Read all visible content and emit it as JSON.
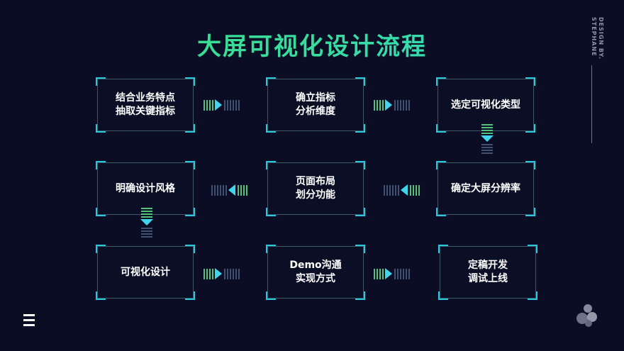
{
  "title": "大屏可视化设计流程",
  "side_label": [
    "DESIGN BY.",
    "STEPHANE"
  ],
  "steps": [
    {
      "id": "step-1",
      "label": "结合业务特点\n抽取关键指标"
    },
    {
      "id": "step-2",
      "label": "确立指标\n分析维度"
    },
    {
      "id": "step-3",
      "label": "选定可视化类型"
    },
    {
      "id": "step-4",
      "label": "确定大屏分辨率"
    },
    {
      "id": "step-5",
      "label": "页面布局\n划分功能"
    },
    {
      "id": "step-6",
      "label": "明确设计风格"
    },
    {
      "id": "step-7",
      "label": "可视化设计"
    },
    {
      "id": "step-8",
      "label": "Demo沟通\n实现方式"
    },
    {
      "id": "step-9",
      "label": "定稿开发\n调试上线"
    }
  ],
  "icons": {
    "menu": "menu-icon",
    "logo": "logo-icon",
    "arrow": "arrow-icon"
  },
  "colors": {
    "background": "#0a0d24",
    "title_gradient_start": "#3ee07a",
    "title_gradient_end": "#31d9c4",
    "corner_accent": "#28c8de",
    "arrow_head": "#3fd6ec",
    "arrow_stripe_green": "#52c27a",
    "box_border": "#3d5968"
  }
}
